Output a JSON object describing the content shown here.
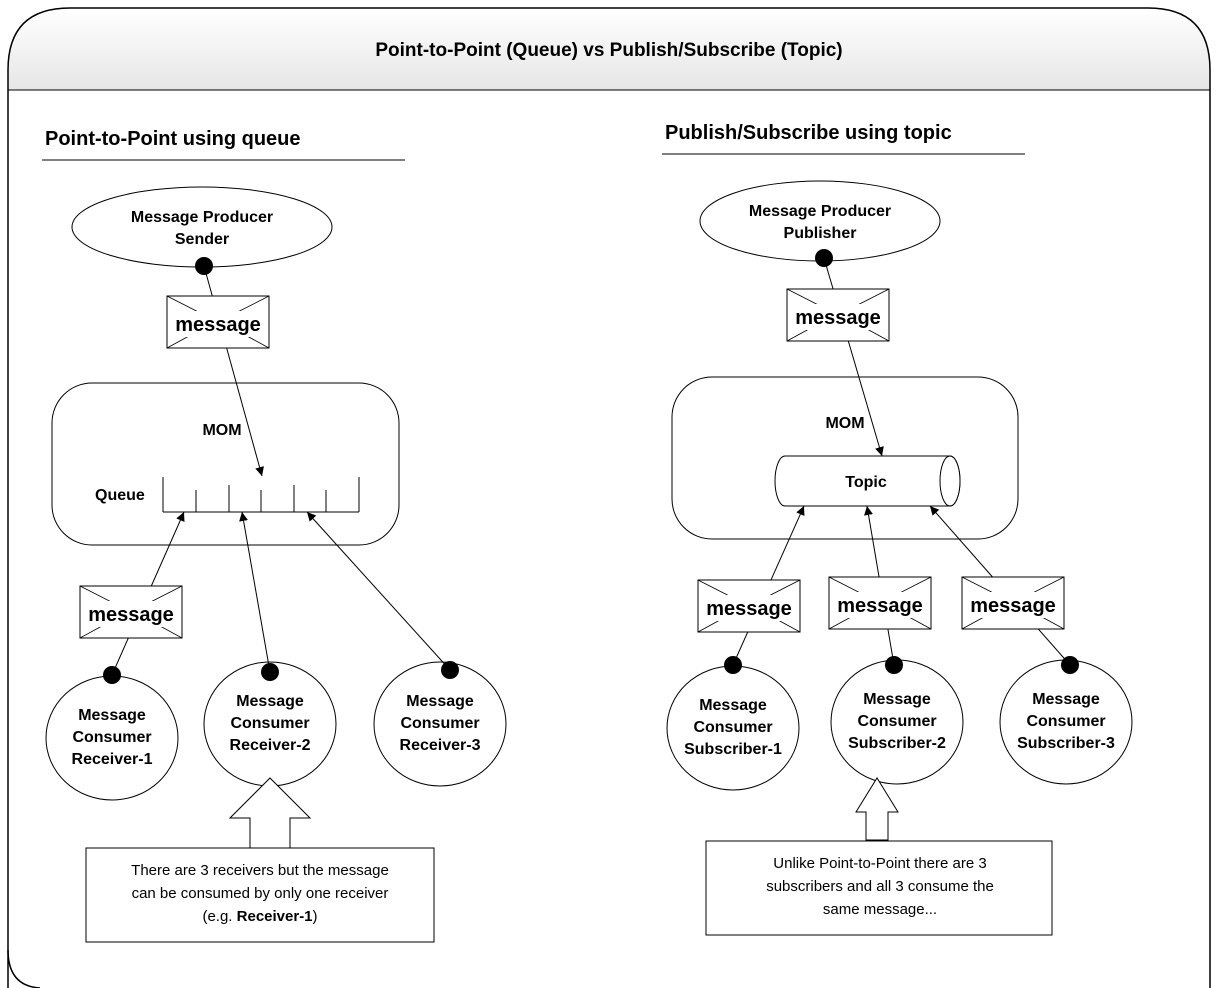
{
  "title": "Point-to-Point (Queue) vs Publish/Subscribe (Topic)",
  "left": {
    "heading": "Point-to-Point using queue",
    "producer": {
      "line1": "Message Producer",
      "line2": "Sender"
    },
    "envelope_label": "message",
    "mom_label": "MOM",
    "queue_label": "Queue",
    "consumers": [
      {
        "line1": "Message",
        "line2": "Consumer",
        "line3": "Receiver-1"
      },
      {
        "line1": "Message",
        "line2": "Consumer",
        "line3": "Receiver-2"
      },
      {
        "line1": "Message",
        "line2": "Consumer",
        "line3": "Receiver-3"
      }
    ],
    "note": {
      "line1": "There are 3 receivers but the message",
      "line2": "can be consumed by only one receiver",
      "line3_prefix": "(e.g. ",
      "line3_bold": "Receiver-1",
      "line3_suffix": ")"
    }
  },
  "right": {
    "heading": "Publish/Subscribe using topic",
    "producer": {
      "line1": "Message Producer",
      "line2": "Publisher"
    },
    "envelope_label": "message",
    "mom_label": "MOM",
    "topic_label": "Topic",
    "consumers": [
      {
        "line1": "Message",
        "line2": "Consumer",
        "line3": "Subscriber-1"
      },
      {
        "line1": "Message",
        "line2": "Consumer",
        "line3": "Subscriber-2"
      },
      {
        "line1": "Message",
        "line2": "Consumer",
        "line3": "Subscriber-3"
      }
    ],
    "note": {
      "line1": "Unlike Point-to-Point there are 3",
      "line2": "subscribers and all 3 consume the",
      "line3": "same message..."
    }
  },
  "colors": {
    "stroke": "#000000",
    "header_fill": "#ececec",
    "background": "#ffffff"
  }
}
